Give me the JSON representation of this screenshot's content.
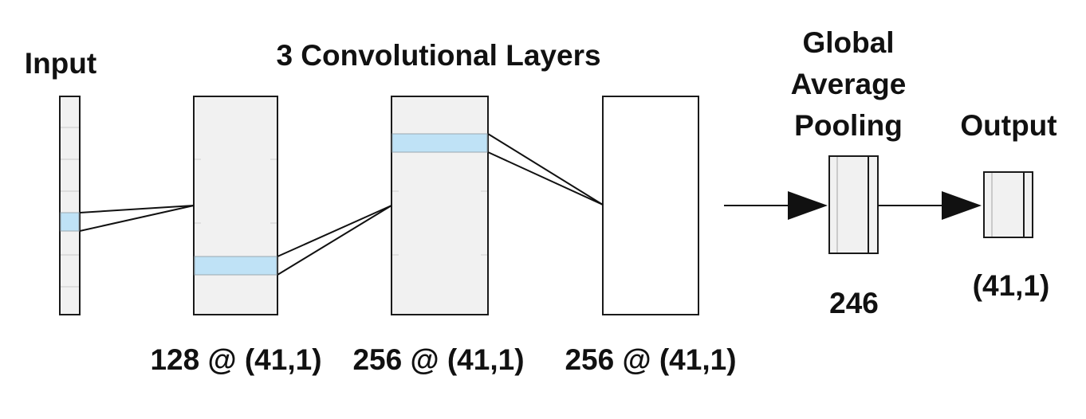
{
  "colors": {
    "block_fill": "#f1f1f1",
    "last_layer_fill": "#ffffff",
    "highlight": "#bfe2f6",
    "stroke": "#1a1a1a"
  },
  "labels": {
    "input": "Input",
    "conv_title": "3 Convolutional Layers",
    "gap_line1": "Global",
    "gap_line2": "Average",
    "gap_line3": "Pooling",
    "output": "Output",
    "conv1_dims": "128 @ (41,1)",
    "conv2_dims": "256 @ (41,1)",
    "conv3_dims": "256 @ (41,1)",
    "gap_dims": "246",
    "output_dims": "(41,1)"
  }
}
